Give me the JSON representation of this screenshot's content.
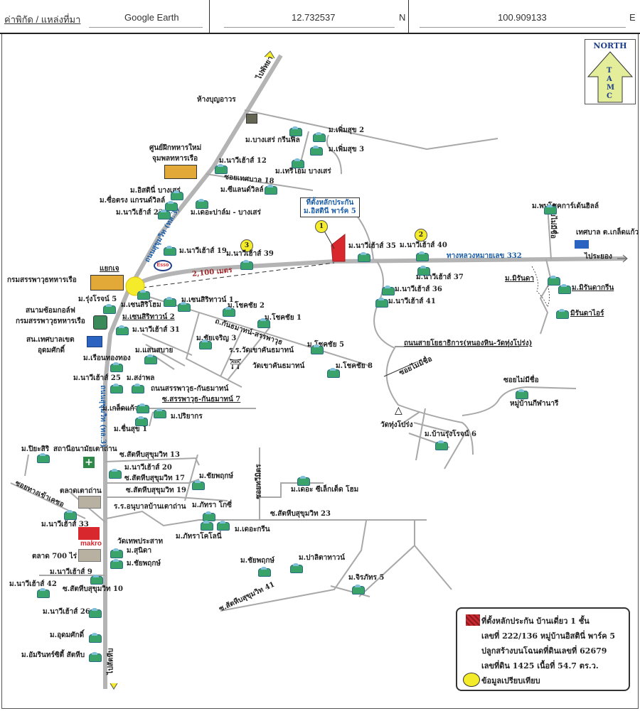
{
  "header": {
    "source_label": "ค่าพิกัด / แหล่งที่มา",
    "source_value": "Google Earth",
    "latitude": "12.732537",
    "lat_unit": "N",
    "longitude": "100.909133",
    "lon_unit": "E"
  },
  "north_arrow": {
    "title": "NORTH",
    "letters": [
      "T",
      "A",
      "M",
      "C"
    ],
    "color": "#e4ee9a"
  },
  "colors": {
    "road": "#a8a8a8",
    "subject": "#d8282e",
    "comparable": "#f4ec2a",
    "label_blue": "#1f5fa8",
    "house": "#3aa36a"
  },
  "roads": {
    "main_n": "ไปพัทยา",
    "main_s": "ไปสัตหีบ",
    "sukhumvit": "ถนนสุขุมวิท (ทล.3)",
    "hwy332": "ทางหลวงหมายเลข 332",
    "to_rayong": "ไประยอง",
    "distance": "2,100 เมตร",
    "junction": "แยกเจ",
    "kanthamat": "ถ.กันธมาทน์-สรรพาวุธ",
    "sanpha": "ถนนสรรพาวุธ-กันธมาทน์",
    "sanpha7": "ซ.สรรพาวุธ-กันธมาทน์ 7",
    "yotha": "ถนนสายโยธาธิการ(หนองหิน-วัดทุ่งโปร่ง)",
    "noname1": "ซอยไม่มีชื่อ",
    "noname2": "ซอยไม่มีชื่อ",
    "noname3": "ซอยไม่มีชื่อ",
    "tesaban18": "ซอยเทศบาล 18",
    "sattahip13": "ซ.สัตหีบสุขุมวิท 13",
    "sattahip17": "ซ.สัตหีบสุขุมวิท 17",
    "sattahip19": "ซ.สัตหีบสุขุมวิท 19",
    "sattahip23": "ซ.สัตหีบสุขุมวิท 23",
    "sattahip41": "ซ.สัตหีบสุขุมวิท 41",
    "sattahip10": "ซ.สัตหีบสุขุมวิท 10",
    "thangkhao": "ซอยทางเข้าเคซอ",
    "sukhumvit2": "ถนนสุขุมวิท (ทล.3)",
    "soi_taweemit": "ซอยทวีมิตร"
  },
  "subject": {
    "title1": "ที่ตั้งหลักประกัน",
    "title2": "ม.อิสตินี พาร์ค 5",
    "marker": "1"
  },
  "comparables": [
    {
      "number": "1"
    },
    {
      "number": "2",
      "label": "ม.นาวีเฮ้าส์ 40"
    },
    {
      "number": "3",
      "label": "ม.นาวีเฮ้าส์ 39"
    }
  ],
  "places": {
    "hang": "ห้างบุญอาวร",
    "training1": "ศูนย์ฝึกทหารใหม่",
    "training2": "จุมพลทหารเรือ",
    "armory": "กรมสรรพาวุธทหารเรือ",
    "golf1": "สนามซ้อมกอล์ฟ",
    "golf2": "กรมสรรพาวุธทหารเรือ",
    "police1": "สน.เทศบาลเขต",
    "police2": "อุดมศักดิ์",
    "health": "สถานีอนามัยเตาถ่าน",
    "market1": "ตลาดเตาถ่าน",
    "market2": "ตลาด 700 ไร่",
    "school1": "ร.ร.วัดเขาคันธมาทน์",
    "temple1": "วัดเขาคันธมาทน์",
    "school2": "ร.ร.อนุบาลบ้านเตาถ่าน",
    "temple2": "วัดเทพประสาท",
    "temple3": "วัดทุ่งโปร่ง",
    "municipal": "เทศบาล ต.เกล็ดแก้ว",
    "makro": "makro",
    "esso": "Esso"
  },
  "villages": [
    "ม.บางเสร่ กรีนฟิล",
    "ม.เพิ่มสุข 2",
    "ม.เพิ่มสุข 3",
    "ม.เทรีโอม บางเสร่",
    "ม.นาวีเฮ้าส์ 12",
    "ม.ซีแลนด์วิลล์",
    "ม.อิสตินี่ บางเสร่",
    "ม.ซื่อตรง แกรนด์วิลล์",
    "ม.นาวีเฮ้าส์ 22",
    "ม.เดอะปาล์ม - บางเสร่",
    "ม.นาวีเฮ้าส์ 19",
    "ม.นาวีเฮ้าส์ 35",
    "ม.พบโชคการ์เด้นฮิลล์",
    "ม.รุ่งโรจน์ 5",
    "ม.เซนสิริโฮม",
    "ม.เซนสิริทาวน์ 1",
    "ม.เซนสิริทาวน์ 2",
    "ม.โชคชัย 2",
    "ม.โชคชัย 1",
    "ม.นาวีเฮ้าส์ 31",
    "ม.ชัยเจริญ 3",
    "ม.โชคชัย 5",
    "ม.โชคชัย 8",
    "ม.เรือนทองทอง",
    "ม.แสนสบาย",
    "ม.นาวีเฮ้าส์ 25",
    "ม.สง่าพล",
    "ม.เกล็ดแก้ว",
    "ม.ปริยากร",
    "ม.ชื่นสุข 1",
    "ม.นาวีเฮ้าส์ 37",
    "ม.นาวีเฮ้าส์ 36",
    "ม.นาวีเฮ้าส์ 41",
    "ม.มิรันดา",
    "ม.มิรันดากรีน",
    "มิรันดาไอร์",
    "หมู่บ้านกีฬานารี",
    "ม.บ้านรุ่งโรจน์ 6",
    "ม.ปิยะสิริ",
    "ม.นาวีเฮ้าส์ 20",
    "ม.ชัยพฤกษ์",
    "ม.เดอะ ซีเล็กเต็ด โฮม",
    "ม.ภัทรา โกซี่",
    "ม.ภัทราโคโลนี่",
    "ม.เดอะกรีน",
    "ม.นาวีเฮ้าส์ 33",
    "ม.สุนิดา",
    "ม.ชัยพฤกษ์",
    "ม.นาวีเฮ้าส์ 9",
    "ม.นาวีเฮ้าส์ 42",
    "ม.นาวีเฮ้าส์ 26",
    "ม.อุดมศักดิ์",
    "ม.อัมรินทร์ซิตี้ สัตหีบ",
    "ม.ชัยพฤกษ์",
    "ม.ปาลิตาทาวน์",
    "ม.จิรภัทร 5"
  ],
  "legend": {
    "line1": "ที่ตั้งหลักประกัน บ้านเดี่ยว 1 ชั้น",
    "line2": "เลขที่ 222/136 หมู่บ้านอิสตินี่ พาร์ค 5",
    "line3": "ปลูกสร้างบนโฉนดที่ดินเลขที่ 62679",
    "line4": "เลขที่ดิน 1425 เนื้อที่ 54.7 ตร.ว.",
    "line5": "ข้อมูลเปรียบเทียบ"
  }
}
